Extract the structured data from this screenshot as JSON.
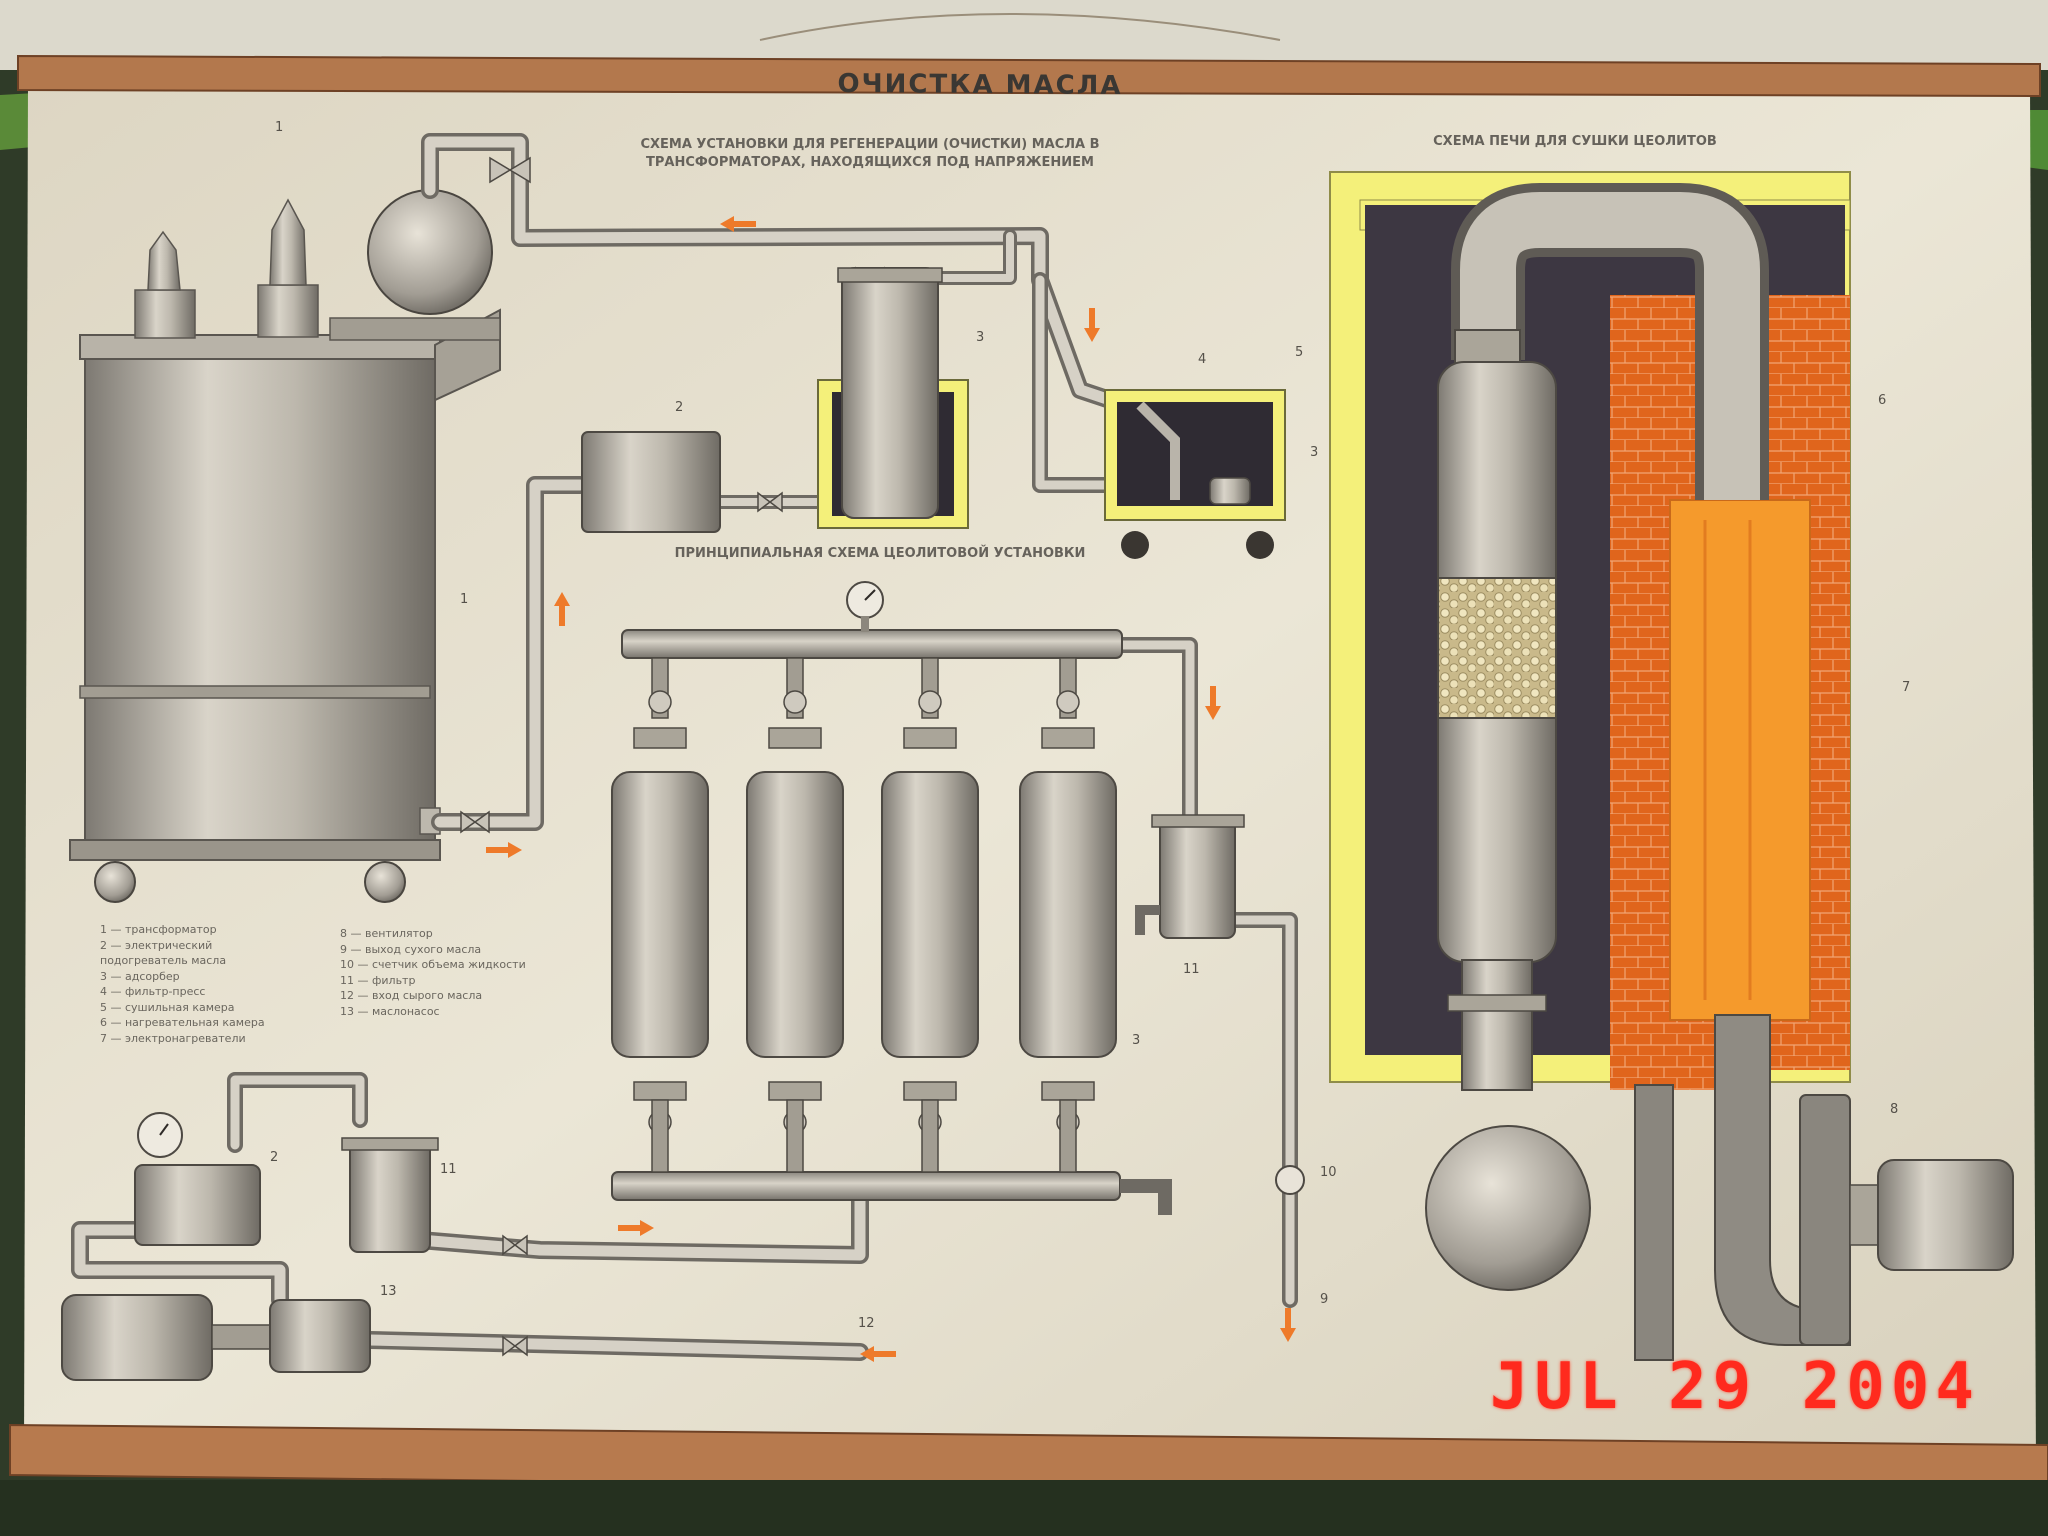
{
  "poster": {
    "title": "ОЧИСТКА МАСЛА",
    "subtitle_main": "СХЕМА УСТАНОВКИ ДЛЯ РЕГЕНЕРАЦИИ (ОЧИСТКИ) МАСЛА В ТРАНСФОРМАТОРАХ, НАХОДЯЩИХСЯ ПОД НАПРЯЖЕНИЕМ",
    "subtitle_oven": "СХЕМА ПЕЧИ ДЛЯ СУШКИ ЦЕОЛИТОВ",
    "subtitle_zeolite": "ПРИНЦИПИАЛЬНАЯ СХЕМА ЦЕОЛИТОВОЙ УСТАНОВКИ",
    "legend_left": [
      "1 — трансформатор",
      "2 — электрический",
      "подогреватель масла",
      "3 — адсорбер",
      "4 — фильтр-пресс",
      "5 — сушильная камера",
      "6 — нагревательная камера",
      "7 — электронагреватели"
    ],
    "legend_right": [
      "8 — вентилятор",
      "9 — выход сухого масла",
      "10 — счетчик объема жидкости",
      "11 — фильтр",
      "12 — вход сырого масла",
      "13 — маслонасос"
    ],
    "callouts": {
      "n1": "1",
      "n1b": "1",
      "n2a": "2",
      "n2b": "2",
      "n3a": "3",
      "n3b": "3",
      "n3c": "3",
      "n4": "4",
      "n5": "5",
      "n6": "6",
      "n7": "7",
      "n8": "8",
      "n9": "9",
      "n10": "10",
      "n11a": "11",
      "n11b": "11",
      "n12": "12",
      "n13": "13"
    },
    "date_stamp": "JUL 29 2004"
  },
  "colors": {
    "paper": "#e6e0cf",
    "wood": "#b0744a",
    "wall": "#2c3a26",
    "yellow_frame": "#f4f07a",
    "chamber": "#3d3742",
    "brick": "#e0651c",
    "heater": "#f59a2c",
    "arrow": "#ee7a2a",
    "stamp": "#ff2a1e"
  }
}
